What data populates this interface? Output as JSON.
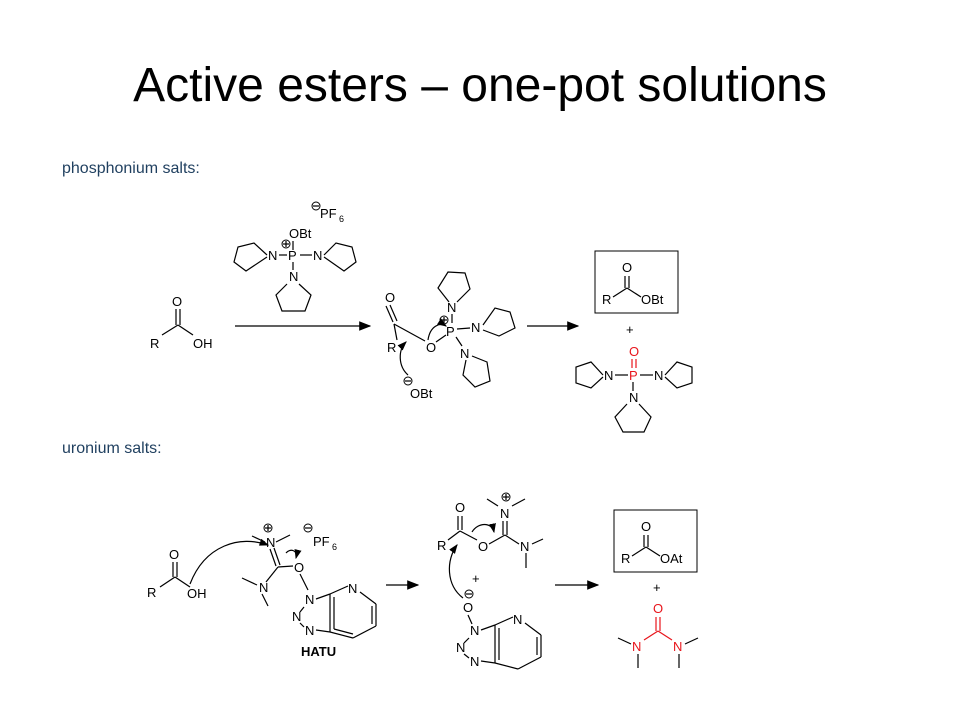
{
  "slide": {
    "title": "Active esters – one-pot solutions",
    "sections": {
      "phosphonium": "phosphonium salts:",
      "uronium": "uronium salts:"
    }
  },
  "labels": {
    "O": "O",
    "OH": "OH",
    "R": "R",
    "N": "N",
    "P": "P",
    "OBt": "OBt",
    "OAt": "OAt",
    "PF": "PF",
    "six": "6",
    "plus": "+",
    "hatu": "HATU"
  },
  "colors": {
    "highlight": "#e8151c",
    "section_label": "#1f3f5f"
  }
}
